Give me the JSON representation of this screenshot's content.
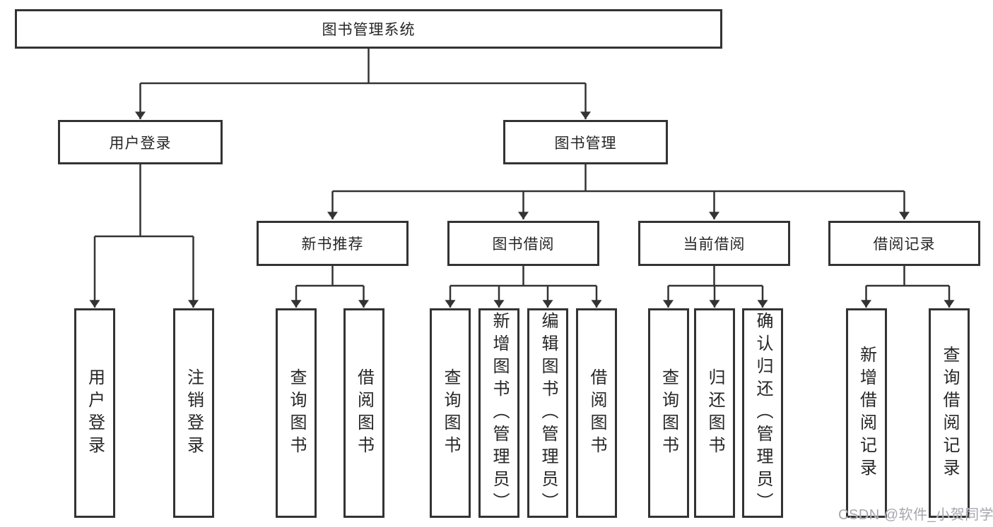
{
  "diagram": {
    "root": {
      "label": "图书管理系统"
    },
    "branches": {
      "user_login": {
        "label": "用户登录",
        "children": {
          "login": {
            "label": "用户登录"
          },
          "logout": {
            "label": "注销登录"
          }
        }
      },
      "book_mgmt": {
        "label": "图书管理",
        "sections": {
          "new_book": {
            "label": "新书推荐",
            "children": {
              "query": {
                "label": "查询图书"
              },
              "borrow": {
                "label": "借阅图书"
              }
            }
          },
          "book_borrow": {
            "label": "图书借阅",
            "children": {
              "query": {
                "label": "查询图书"
              },
              "add": {
                "label": "新增图书（管理员）"
              },
              "edit": {
                "label": "编辑图书（管理员）"
              },
              "borrow": {
                "label": "借阅图书"
              }
            }
          },
          "current_borrow": {
            "label": "当前借阅",
            "children": {
              "query": {
                "label": "查询图书"
              },
              "return": {
                "label": "归还图书"
              },
              "confirm": {
                "label": "确认归还（管理员）"
              }
            }
          },
          "borrow_record": {
            "label": "借阅记录",
            "children": {
              "add": {
                "label": "新增借阅记录"
              },
              "query": {
                "label": "查询借阅记录"
              }
            }
          }
        }
      }
    }
  },
  "watermark": {
    "text": "CSDN @软件_小贺同学"
  },
  "colors": {
    "line": "#333333",
    "text": "#262626",
    "watermark": "#a6a6ae",
    "background": "#ffffff"
  }
}
